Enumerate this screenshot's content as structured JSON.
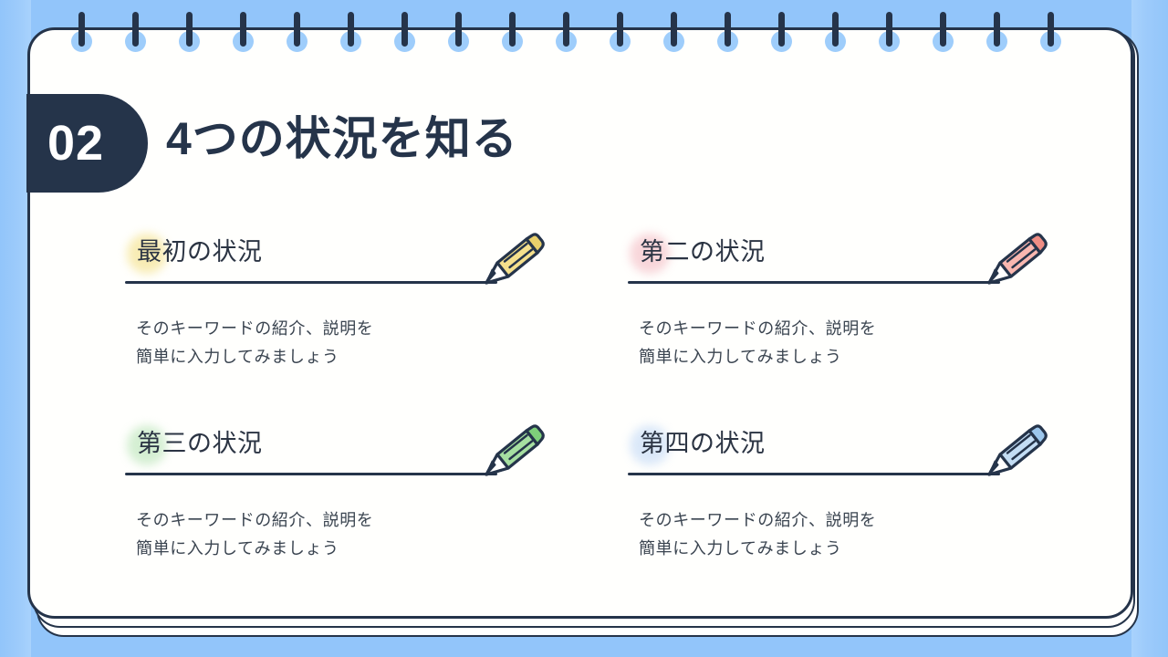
{
  "slide": {
    "background_color": "#92c5fa",
    "page_color": "#fffffd",
    "ink_color": "#25344a"
  },
  "header": {
    "badge_number": "02",
    "title": "4つの状況を知る"
  },
  "binding": {
    "ring_count": 19,
    "ring_hole_color": "#9ecdfb",
    "ring_bar_color": "#25344a"
  },
  "cards": [
    {
      "title": "最初の状況",
      "body": "そのキーワードの紹介、説明を\n簡単に入力してみましょう",
      "accent": "#f5e08c",
      "accent_dark": "#e8cf6b",
      "highlight": "#f7e9a8",
      "icon": "pencil-icon"
    },
    {
      "title": "第二の状況",
      "body": "そのキーワードの紹介、説明を\n簡単に入力してみましょう",
      "accent": "#f9b7b0",
      "accent_dark": "#ef8d84",
      "highlight": "#f7cfd4",
      "icon": "pencil-icon"
    },
    {
      "title": "第三の状況",
      "body": "そのキーワードの紹介、説明を\n簡単に入力してみましょう",
      "accent": "#a6dfa1",
      "accent_dark": "#7fd07a",
      "highlight": "#cdeccb",
      "icon": "pencil-icon"
    },
    {
      "title": "第四の状況",
      "body": "そのキーワードの紹介、説明を\n簡単に入力してみましょう",
      "accent": "#c3ddf4",
      "accent_dark": "#9cc6ec",
      "highlight": "#d4e4f8",
      "icon": "pencil-icon"
    }
  ]
}
